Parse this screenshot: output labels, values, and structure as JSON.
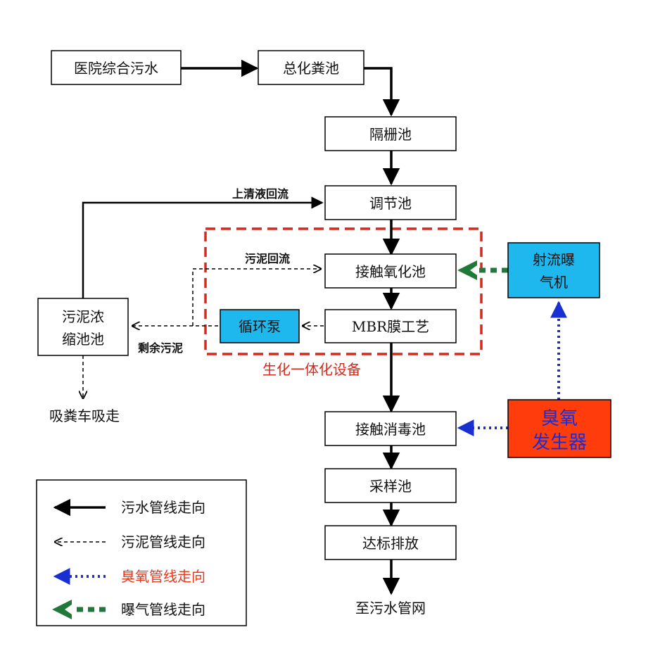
{
  "nodes": {
    "hospital_sewage": "医院综合污水",
    "septic_tank": "总化粪池",
    "grille_tank": "隔栅池",
    "regulating_tank": "调节池",
    "contact_oxidation": "接触氧化池",
    "mbr": "MBR膜工艺",
    "circulation_pump": "循环泵",
    "sludge_thickener_line1": "污泥浓",
    "sludge_thickener_line2": "缩池池",
    "jet_aerator_line1": "射流曝",
    "jet_aerator_line2": "气机",
    "ozone_generator_line1": "臭氧",
    "ozone_generator_line2": "发生器",
    "contact_disinfection": "接触消毒池",
    "sampling_tank": "采样池",
    "discharge": "达标排放",
    "to_sewer": "至污水管网",
    "suction_truck": "吸粪车吸走"
  },
  "labels": {
    "supernatant_return": "上清液回流",
    "sludge_return": "污泥回流",
    "excess_sludge": "剩余污泥",
    "integrated_equipment": "生化一体化设备"
  },
  "legend": {
    "items": [
      {
        "label": "污水管线走向",
        "style": "solid"
      },
      {
        "label": "污泥管线走向",
        "style": "dashed"
      },
      {
        "label": "臭氧管线走向",
        "style": "ozone"
      },
      {
        "label": "曝气管线走向",
        "style": "aeration"
      }
    ]
  },
  "colors": {
    "cyan_box": "#1EB8EE",
    "ozone_box": "#FF3D0C",
    "ozone_text": "#1E2ECC",
    "integrated_border": "#D42A1E",
    "integrated_text": "#D42A1E",
    "ozone_line": "#1A2FD0",
    "aeration_line": "#1F7A3A",
    "legend_ozone_text": "#E8361A"
  }
}
